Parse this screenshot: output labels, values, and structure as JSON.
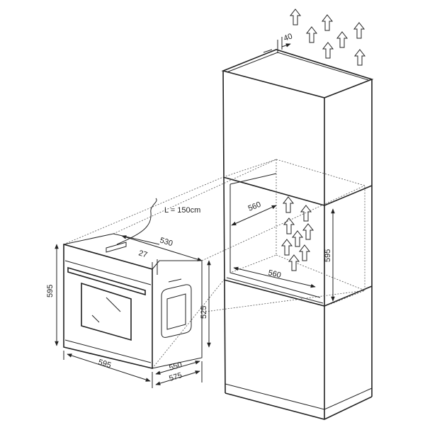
{
  "title": "Built-in oven installation dimensions",
  "labels": {
    "vent_gap": "40",
    "cable_length": "L = 150cm",
    "oven_depth_top": "530",
    "panel_offset": "27",
    "oven_height": "595",
    "oven_body_height": "525",
    "oven_width": "595",
    "oven_body_depth": "550",
    "oven_total_depth": "575",
    "niche_depth": "560",
    "niche_width": "560",
    "niche_height": "595"
  },
  "icons": [
    "airflow-arrow-icon"
  ]
}
